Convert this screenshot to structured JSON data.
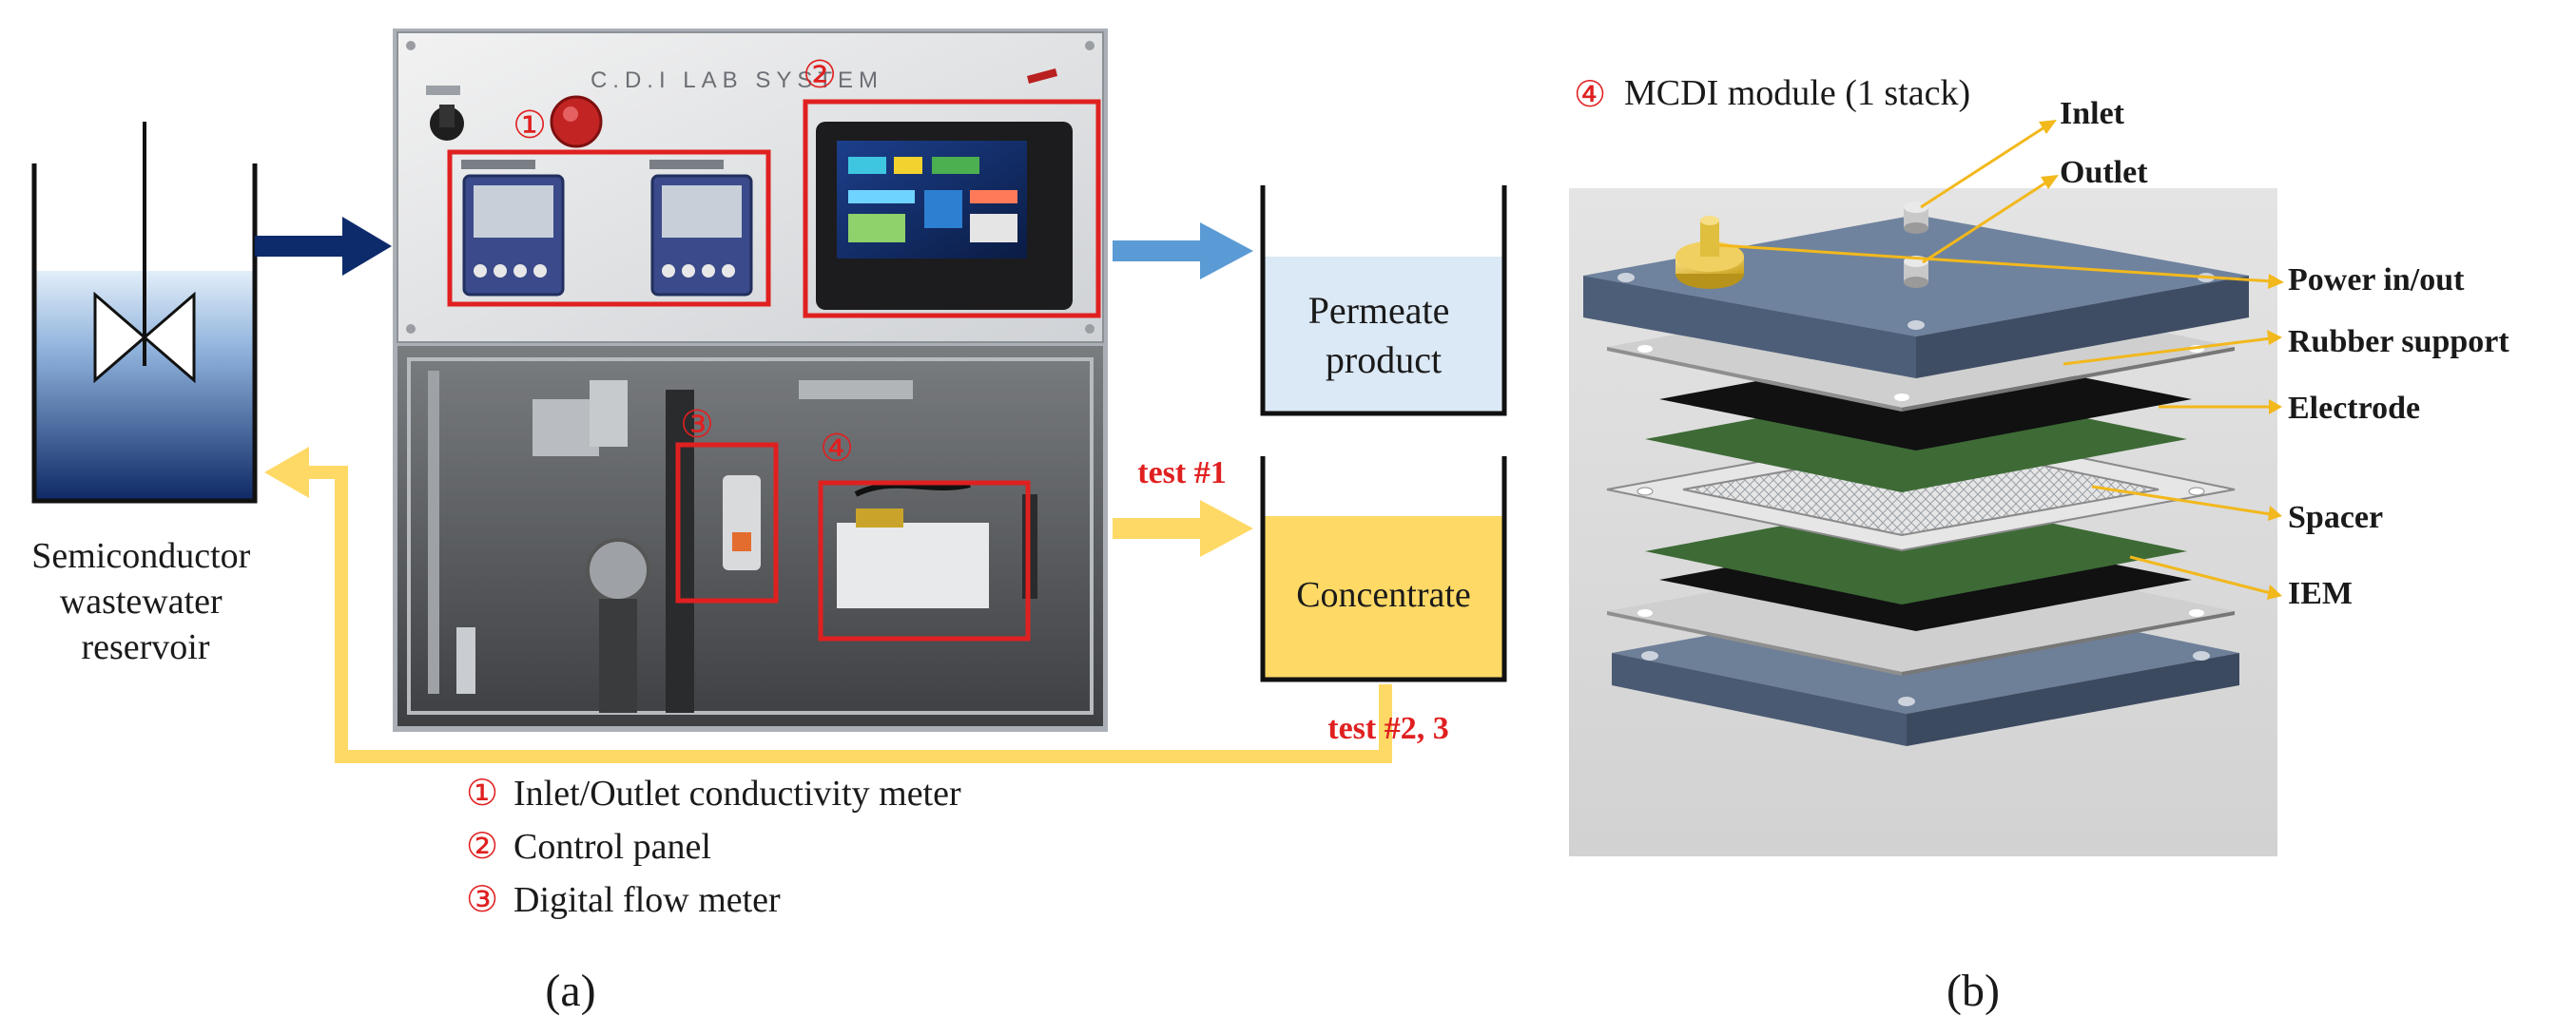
{
  "panel_a": {
    "cabinet_title": "C.D.I LAB SYSTEM",
    "reservoir_label": [
      "Semiconductor",
      "wastewater",
      "reservoir"
    ],
    "permeate_label": [
      "Permeate",
      "product"
    ],
    "concentrate_label": "Concentrate",
    "test1_label": "test #1",
    "test23_label": "test #2, 3",
    "callout_1": "①",
    "callout_2": "②",
    "callout_3": "③",
    "callout_4": "④",
    "legend": [
      {
        "marker": "①",
        "text": "Inlet/Outlet conductivity meter"
      },
      {
        "marker": "②",
        "text": "Control panel"
      },
      {
        "marker": "③",
        "text": "Digital flow meter"
      }
    ],
    "caption": "(a)"
  },
  "panel_b": {
    "module_marker": "④",
    "module_title": "MCDI module (1 stack)",
    "labels": {
      "inlet": "Inlet",
      "outlet": "Outlet",
      "power": "Power in/out",
      "rubber": "Rubber support",
      "electrode": "Electrode",
      "spacer": "Spacer",
      "iem": "IEM"
    },
    "caption": "(b)"
  },
  "colors": {
    "accent_red": "#e02020",
    "arrow_navy": "#0d2a6b",
    "arrow_blue": "#5b9bd5",
    "arrow_yellow": "#ffd966",
    "label_arrow": "#f2b81c",
    "permeate_fill": "#dbe8f5",
    "concentrate_fill": "#ffd966",
    "plate_slate": "#586a82",
    "electrode_black": "#111111",
    "iem_green": "#3e6a36"
  }
}
